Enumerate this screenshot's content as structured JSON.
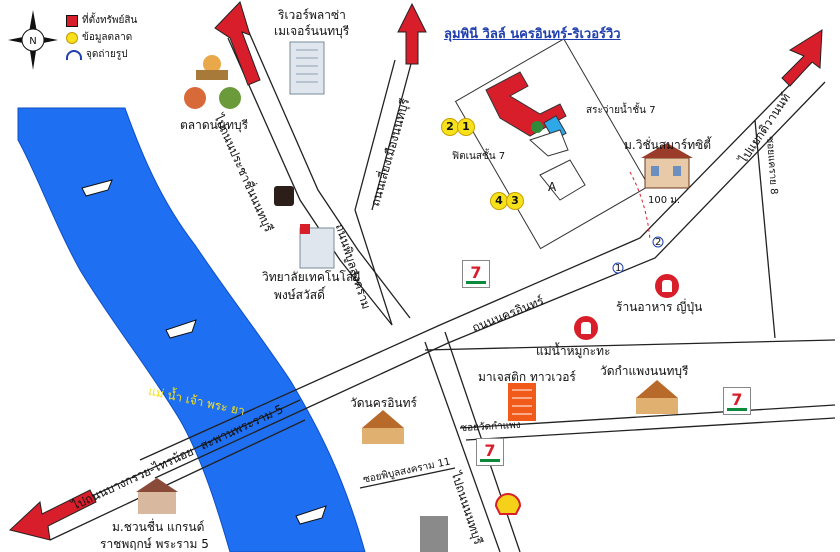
{
  "title": "ลุมพินี วิลล์ นครอินทร์-ริเวอร์วิว",
  "compass": {
    "letter": "N"
  },
  "legend": [
    {
      "icon": "property-square",
      "label": "ที่ตั้งทรัพย์สิน"
    },
    {
      "icon": "market-circle",
      "label": "ข้อมูลตลาด"
    },
    {
      "icon": "photo-point",
      "label": "จุดถ่ายรูป"
    }
  ],
  "roads": {
    "prachachuen": "ไปถนนประชาชื่นนนทบุรี",
    "liang_mueang": "ถนนเลี่ยงเมืองนนทบุรี",
    "phibun": "ถนนพิบูลสงคราม",
    "nakhon_in": "ถนนนครอินทร์",
    "to_khae_rai": "ไปแยกติวานนท์",
    "to_bang_kruai": "ไปถนนบางกรวย-ไทรน้อย",
    "bridge": "สะพานพระราม 5",
    "soi_wat_kamphaeng": "ซอยวัดกำแพง",
    "soi_khae_rai": "ซอยแคราย 8",
    "soi_phibun_11": "ซอยพิบูลสงคราม 11",
    "to_bottom": "ไปถนนนนทบุรี"
  },
  "river": {
    "name": "แม่ น้ำ เจ้า พระ ยา"
  },
  "places": {
    "plaza_line1": "ริเวอร์พลาซ่า",
    "plaza_line2": "เมเจอร์นนทบุรี",
    "market": "ตลาดนนทบุรี",
    "college_line1": "วิทยาลัยเทคโนโลยี",
    "college_line2": "พงษ์สวัสดิ์",
    "pool": "สระว่ายน้ำชั้น 7",
    "fitness": "ฟิตเนสชั้น 7",
    "village": "ม.วิชั่นสมาร์ทซิตี้",
    "distance": "100 ม.",
    "japanese_restaurant": "ร้านอาหาร ญี่ปุ่น",
    "mookata": "แม่น้ำหมูกะทะ",
    "majestic": "มาเจสติก ทาวเวอร์",
    "wat_kamphaeng": "วัดกำแพงนนทบุรี",
    "wat_nakhon_in": "วัดนครอินทร์",
    "chuan_chuen_line1": "ม.ชวนชื่น แกรนด์",
    "chuan_chuen_line2": "ราชพฤกษ์ พระราม 5",
    "building_label": "A"
  },
  "markers": {
    "badge_1": "2",
    "badge_2": "1",
    "badge_3": "4",
    "badge_4": "3",
    "seven_eleven": "7",
    "photo_1": "1",
    "photo_2": "2"
  },
  "colors": {
    "road_outline": "#222222",
    "river": "#1e6ff2",
    "arrow": "#d81e2a",
    "property": "#d81e2a",
    "highlight": "#f6e11a"
  }
}
